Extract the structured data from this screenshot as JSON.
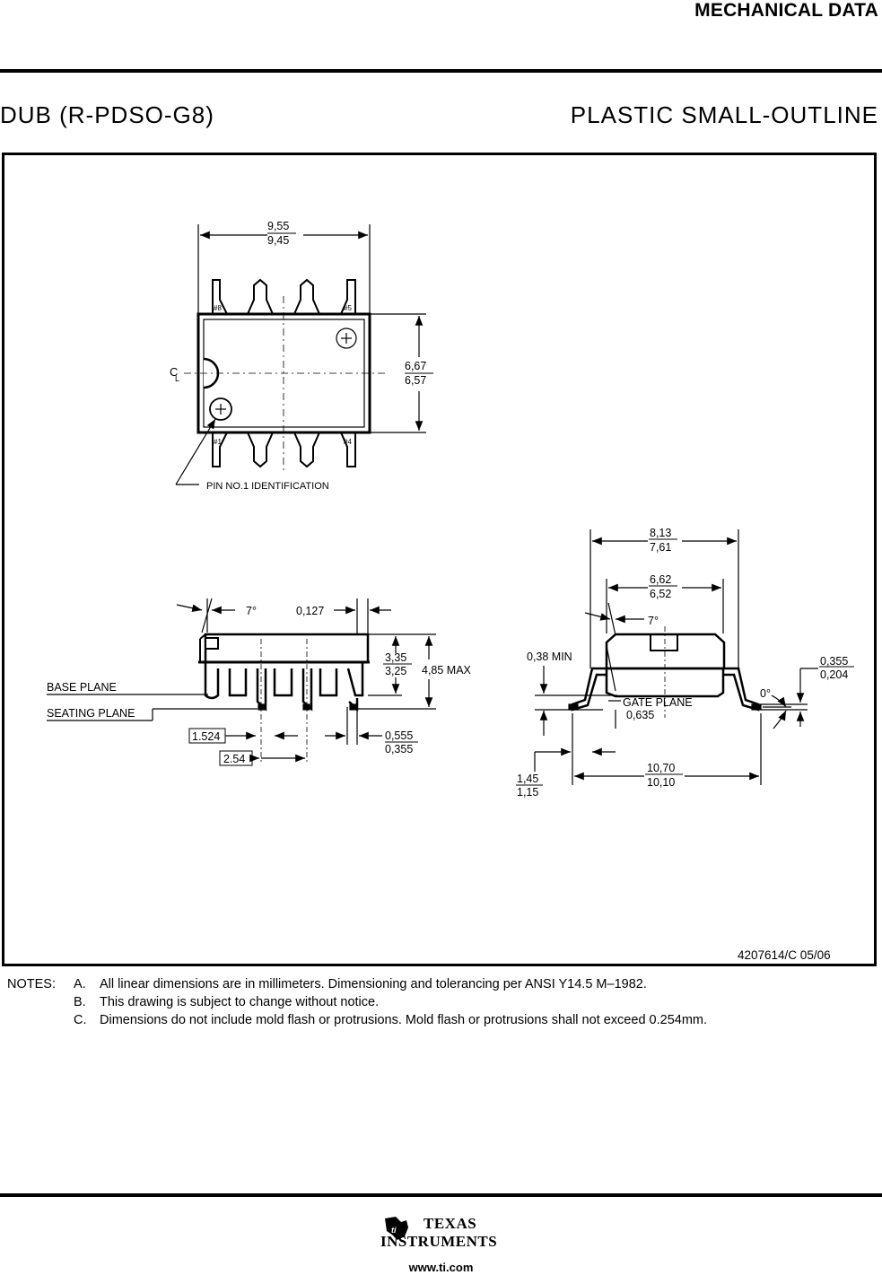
{
  "header": {
    "title": "MECHANICAL DATA"
  },
  "package": {
    "code": "DUB (R-PDSO-G8)",
    "type": "PLASTIC SMALL-OUTLINE"
  },
  "top_view": {
    "width_max": "9,55",
    "width_min": "9,45",
    "height_max": "6,67",
    "height_min": "6,57",
    "centerline": "C",
    "centerline_sub": "L",
    "pin_labels": [
      "#8",
      "#5",
      "#1",
      "#4"
    ],
    "pin1_label": "PIN NO.1 IDENTIFICATION"
  },
  "side_view": {
    "angle": "7°",
    "flash": "0,127",
    "standoff_max": "3,35",
    "standoff_min": "3,25",
    "height_max": "4,85 MAX",
    "base_plane": "BASE PLANE",
    "seating_plane": "SEATING PLANE",
    "pitch_a": "1.524",
    "pitch_b": "2.54",
    "lead_w_max": "0,555",
    "lead_w_min": "0,355"
  },
  "end_view": {
    "outer_max": "8,13",
    "outer_min": "7,61",
    "inner_max": "6,62",
    "inner_min": "6,52",
    "angle": "7°",
    "min_label": "0,38 MIN",
    "gate_plane": "GATE PLANE",
    "gate_dim": "0,635",
    "thick_max": "0,355",
    "thick_min": "0,204",
    "lead_angle": "0°",
    "foot_max": "1,45",
    "foot_min": "1,15",
    "span_max": "10,70",
    "span_min": "10,10"
  },
  "drawing_number": "4207614/C 05/06",
  "notes": {
    "label": "NOTES:",
    "items": [
      {
        "letter": "A.",
        "text": "All linear dimensions are in millimeters.  Dimensioning and tolerancing per ANSI Y14.5 M–1982."
      },
      {
        "letter": "B.",
        "text": "This drawing is subject to change without notice."
      },
      {
        "letter": "C.",
        "text": "Dimensions do not include mold flash or protrusions. Mold flash or protrusions shall not exceed 0.254mm."
      }
    ]
  },
  "footer": {
    "brand_line1": "TEXAS",
    "brand_line2": "INSTRUMENTS",
    "url": "www.ti.com"
  }
}
